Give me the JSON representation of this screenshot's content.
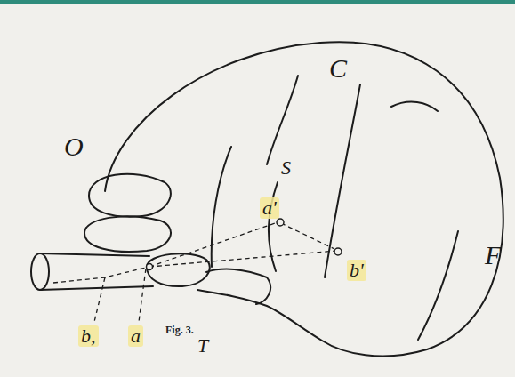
{
  "diagram": {
    "caption": "Fig. 3.",
    "labels": [
      "O",
      "C",
      "S",
      "F",
      "T",
      "a'",
      "b'",
      "b,",
      "a"
    ]
  }
}
